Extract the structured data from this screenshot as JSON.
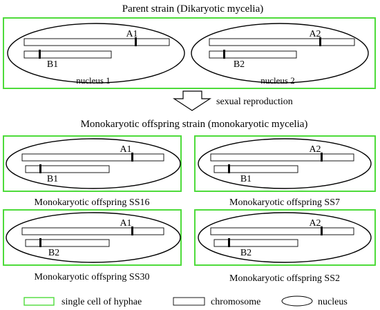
{
  "colors": {
    "cell_border": "#4ddb3a",
    "allele_a": "#e8222a",
    "allele_b": "#1f2fd0"
  },
  "title": "Parent strain (Dikaryotic mycelia)",
  "parent": {
    "nucleus_1": {
      "caption": "nucleus 1",
      "a_allele": "A1",
      "b_allele": "B1"
    },
    "nucleus_2": {
      "caption": "nucleus 2",
      "a_allele": "A2",
      "b_allele": "B2"
    }
  },
  "arrow_label": "sexual reproduction",
  "offspring_title": "Monokaryotic offspring strain (monokaryotic mycelia)",
  "offspring": [
    {
      "caption": "Monokaryotic offspring SS16",
      "a_allele": "A1",
      "b_allele": "B1"
    },
    {
      "caption": "Monokaryotic offspring SS7",
      "a_allele": "A2",
      "b_allele": "B1"
    },
    {
      "caption": "Monokaryotic offspring SS30",
      "a_allele": "A1",
      "b_allele": "B2"
    },
    {
      "caption": "Monokaryotic offspring SS2",
      "a_allele": "A2",
      "b_allele": "B2"
    }
  ],
  "legend": {
    "cell_label": "single cell of hyphae",
    "chromosome_label": "chromosome",
    "nucleus_label": "nucleus"
  }
}
